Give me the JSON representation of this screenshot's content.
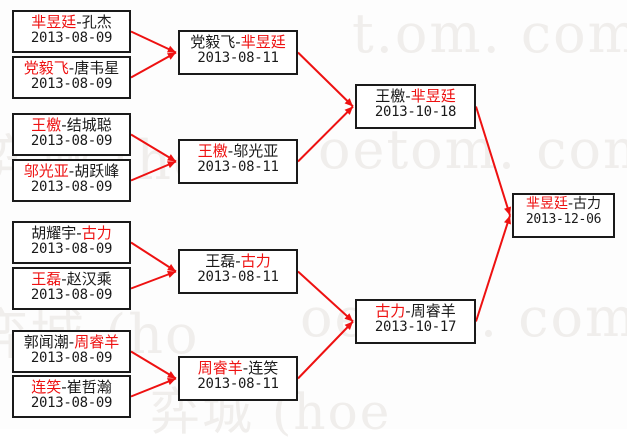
{
  "watermark": {
    "lines": [
      "t.om. com)",
      "弈城 (ho",
      "oetom. com)",
      "弈城 (ho",
      "oetom. com",
      "弈城 (hoe"
    ],
    "color": "#f0eeec"
  },
  "colors": {
    "winner": "#ee1111",
    "connector": "#ee1111",
    "box_border": "#1a1a1a",
    "text": "#1a1a1a",
    "background": "#ffffff"
  },
  "bracket": {
    "round1": [
      {
        "p1": "芈昱廷",
        "p2": "孔杰",
        "winner": 1,
        "date": "2013-08-09"
      },
      {
        "p1": "党毅飞",
        "p2": "唐韦星",
        "winner": 1,
        "date": "2013-08-09"
      },
      {
        "p1": "王檄",
        "p2": "结城聪",
        "winner": 1,
        "date": "2013-08-09"
      },
      {
        "p1": "邬光亚",
        "p2": "胡跃峰",
        "winner": 1,
        "date": "2013-08-09"
      },
      {
        "p1": "胡耀宇",
        "p2": "古力",
        "winner": 2,
        "date": "2013-08-09"
      },
      {
        "p1": "王磊",
        "p2": "赵汉乘",
        "winner": 1,
        "date": "2013-08-09"
      },
      {
        "p1": "郭闻潮",
        "p2": "周睿羊",
        "winner": 2,
        "date": "2013-08-09"
      },
      {
        "p1": "连笑",
        "p2": "崔哲瀚",
        "winner": 1,
        "date": "2013-08-09"
      }
    ],
    "round2": [
      {
        "p1": "党毅飞",
        "p2": "芈昱廷",
        "winner": 2,
        "date": "2013-08-11"
      },
      {
        "p1": "王檄",
        "p2": "邬光亚",
        "winner": 1,
        "date": "2013-08-11"
      },
      {
        "p1": "王磊",
        "p2": "古力",
        "winner": 2,
        "date": "2013-08-11"
      },
      {
        "p1": "周睿羊",
        "p2": "连笑",
        "winner": 1,
        "date": "2013-08-11"
      }
    ],
    "round3": [
      {
        "p1": "王檄",
        "p2": "芈昱廷",
        "winner": 2,
        "date": "2013-10-18"
      },
      {
        "p1": "古力",
        "p2": "周睿羊",
        "winner": 1,
        "date": "2013-10-17"
      }
    ],
    "final": [
      {
        "p1": "芈昱廷",
        "p2": "古力",
        "winner": 1,
        "date": "2013-12-06"
      }
    ]
  }
}
